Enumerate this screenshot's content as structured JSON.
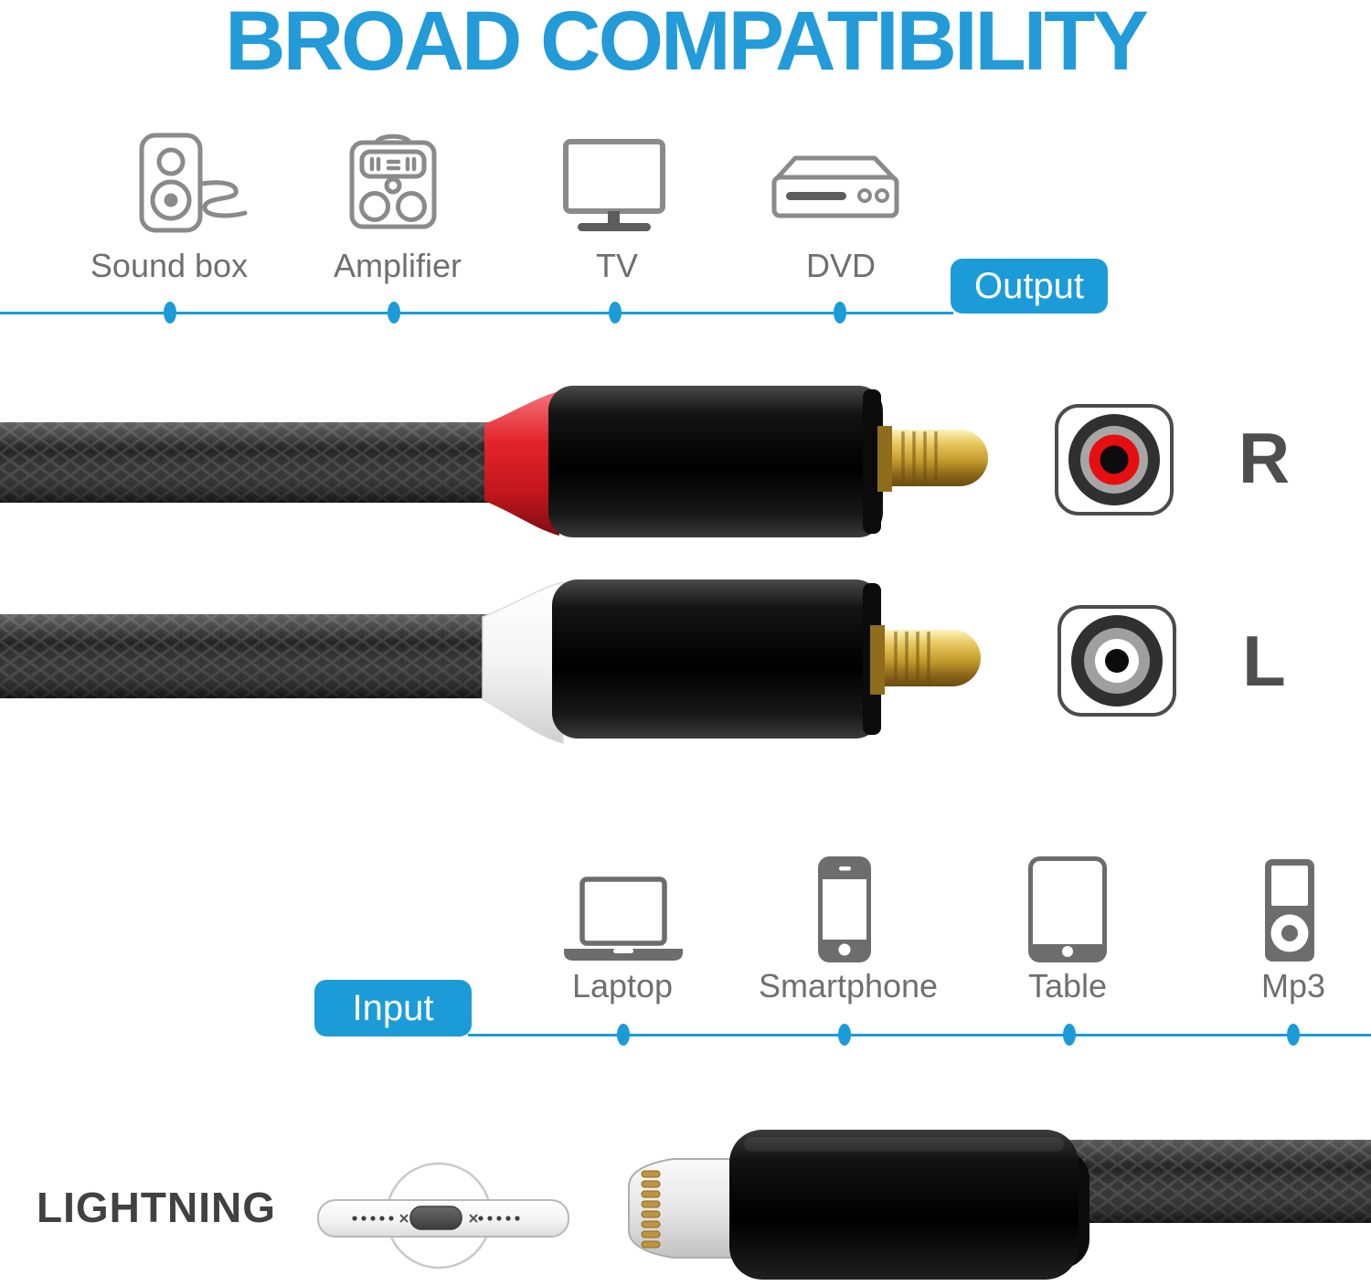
{
  "title": "BROAD COMPATIBILITY",
  "output_section": {
    "badge_label": "Output",
    "devices": [
      {
        "name": "sound-box",
        "label": "Sound box"
      },
      {
        "name": "amplifier",
        "label": "Amplifier"
      },
      {
        "name": "tv",
        "label": "TV"
      },
      {
        "name": "dvd",
        "label": "DVD"
      }
    ]
  },
  "rca_outputs": [
    {
      "plug_color": "red",
      "jack_label": "R"
    },
    {
      "plug_color": "white",
      "jack_label": "L"
    }
  ],
  "input_section": {
    "badge_label": "Input",
    "devices": [
      {
        "name": "laptop",
        "label": "Laptop"
      },
      {
        "name": "smartphone",
        "label": "Smartphone"
      },
      {
        "name": "table",
        "label": "Table"
      },
      {
        "name": "mp3",
        "label": "Mp3"
      }
    ]
  },
  "connector_section": {
    "label": "LIGHTNING"
  },
  "colors": {
    "accent_blue": "#1b9cd8",
    "title_blue": "#229bd8",
    "label_gray": "#6f6f6f",
    "icon_gray": "#8a8a8a",
    "rca_red": "#e3242c",
    "rca_white": "#f4f4f4",
    "gold": "#cfa53a",
    "jack_letter_gray": "#4e4e4e"
  }
}
